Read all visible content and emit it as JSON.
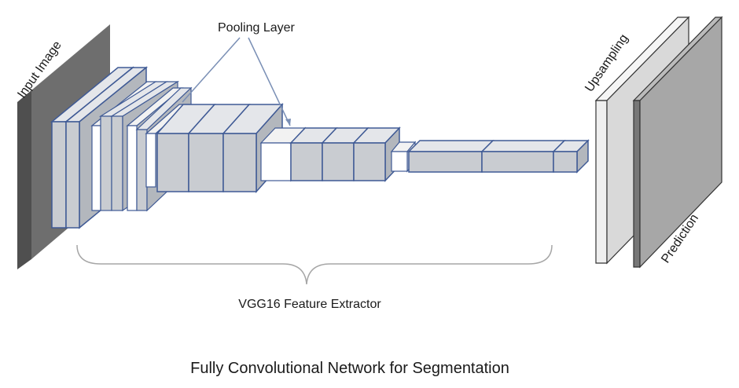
{
  "diagram": {
    "labels": {
      "input": "Input Image",
      "pooling": "Pooling Layer",
      "vgg": "VGG16 Feature Extractor",
      "upsampling": "Upsampling",
      "prediction": "Prediction"
    },
    "caption": "Fully Convolutional Network for Segmentation",
    "colors": {
      "input_face": "#6e6e6e",
      "input_side": "#4f4f4f",
      "input_top": "#8a8a8a",
      "conv_face": "#c9ccd1",
      "conv_top": "#e4e6ea",
      "conv_side": "#b3b7bd",
      "outline": "#3f5a95",
      "pool_face": "#ffffff",
      "upsample_face": "#d9d9d9",
      "upsample_side": "#efefef",
      "prediction_face": "#a7a7a7",
      "prediction_side": "#777777",
      "line": "#7a8fb5"
    }
  }
}
